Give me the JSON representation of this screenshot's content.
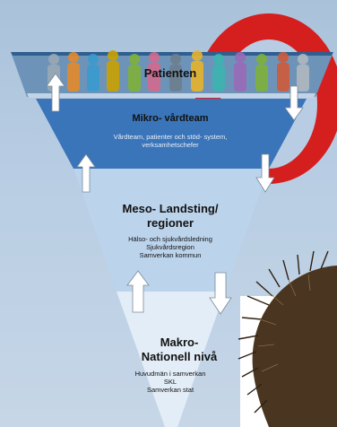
{
  "top_band": {
    "label": "Patienten"
  },
  "levels": [
    {
      "title": "Mikro- vårdteam",
      "lines": [
        "Vårdteam, patienter och stöd- system,",
        "verksamhetschefer"
      ]
    },
    {
      "title_line1": "Meso- Landsting/",
      "title_line2": "regioner",
      "lines": [
        "Hälso- och sjukvårdsledning",
        "Sjukvårdsregion",
        "Samverkan kommun"
      ]
    },
    {
      "title_line1": "Makro-",
      "title_line2": "Nationell nivå",
      "lines": [
        "Huvudmän i samverkan",
        "SKL",
        "Samverkan stat"
      ]
    }
  ],
  "colors": {
    "background": "#b8cde3",
    "band": "#5f8cb6",
    "level1": "#3973b8",
    "level2": "#bcd3ec",
    "level3": "#e1ecf7",
    "ring": "#d51e1e",
    "hedgehog": "#4a3520"
  },
  "decorations": [
    "red-ring",
    "hedgehog-image",
    "people-silhouettes",
    "arrows"
  ]
}
